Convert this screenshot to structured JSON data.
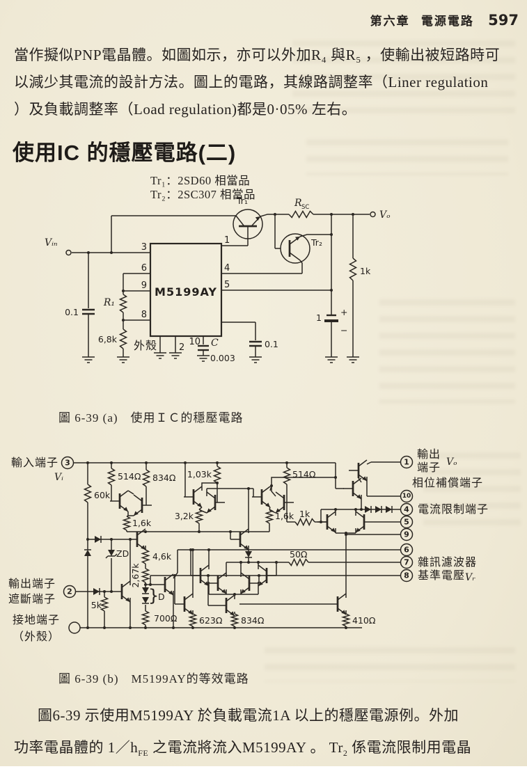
{
  "colors": {
    "paper": "#f0ead7",
    "ink": "#272320"
  },
  "header": {
    "chapter": "第六章",
    "section": "電源電路",
    "page_number": "597"
  },
  "para1": {
    "l1": "當作擬似PNP電晶體。如圖如示，亦可以外加R₄ 與R₅ ，使輸出被短路時可",
    "l2": "以減少其電流的設計方法。圖上的電路，其線路調整率（Liner regulation",
    "l3": "）及負載調整率（Load regulation)都是0·05% 左右。"
  },
  "heading": "使用IC 的穩壓電路(二)",
  "fa": {
    "note1": "Tr₁：2SD60 相當品",
    "note2": "Tr₂：2SC307 相當品",
    "caption": "圖 6-39 (a)　使用ＩＣ的穩壓電路",
    "vin": "Vᵢₙ",
    "vo": "Vₒ",
    "tr1": "Tr₁",
    "tr2": "Tr₂",
    "rsc_r": "R",
    "rsc_s": "SC",
    "r1": "R₁",
    "chip": "M5199AY",
    "case": "外殼",
    "c1": "0.1",
    "r2": "6,8k",
    "cc": "C",
    "cv": "0.003",
    "c3": "0.1",
    "ce": "1",
    "r3": "1k",
    "plus": "+",
    "minus": "−",
    "p3": "3",
    "p6": "6",
    "p9": "9",
    "p8": "8",
    "p1": "1",
    "p4": "4",
    "p5": "5",
    "p2": "2",
    "p10": "10"
  },
  "fb": {
    "caption": "圖 6-39 (b)　M5199AY的等效電路",
    "in_t": "輸入端子",
    "in_v": "Vᵢ",
    "n3": "3",
    "out_t1": "輸出端子",
    "out_t2": "遮斷端子",
    "n2": "2",
    "gnd_t1": "接地端子",
    "gnd_t2": "（外殼）",
    "o1": "輸出",
    "o2": "端子",
    "vo": "Vₒ",
    "n1": "1",
    "phase": "相位補償端子",
    "n10": "10",
    "n4": "4",
    "limit": "電流限制端子",
    "n5": "5",
    "n9": "9",
    "n6": "6",
    "n7": "7",
    "noise": "雜訊濾波器",
    "n8": "8",
    "ref": "基準電壓",
    "vr": "Vᵣ",
    "r60": "60k",
    "r514a": "514Ω",
    "r834a": "834Ω",
    "r103": "1,03k",
    "r514b": "514Ω",
    "r16a": "1,6k",
    "r32": "3,2k",
    "r16b": "1,6k",
    "r1k": "1k",
    "r46": "4,6k",
    "r267": "2,67k",
    "r50": "50Ω",
    "r5k": "5k",
    "r700": "700Ω",
    "r623": "623Ω",
    "r834b": "834Ω",
    "r410": "410Ω",
    "zd": "ZD",
    "dd": "D",
    "brace": "}"
  },
  "para2": {
    "l1": "圖6-39 示使用M5199AY 於負載電流1A 以上的穩壓電源例。外加",
    "l2a": "功率電晶體的 1／h",
    "l2b": "FE",
    "l2c": " 之電流將流入M5199AY 。 Tr",
    "l2d": "2",
    "l2e": " 係電流限制用電晶"
  }
}
